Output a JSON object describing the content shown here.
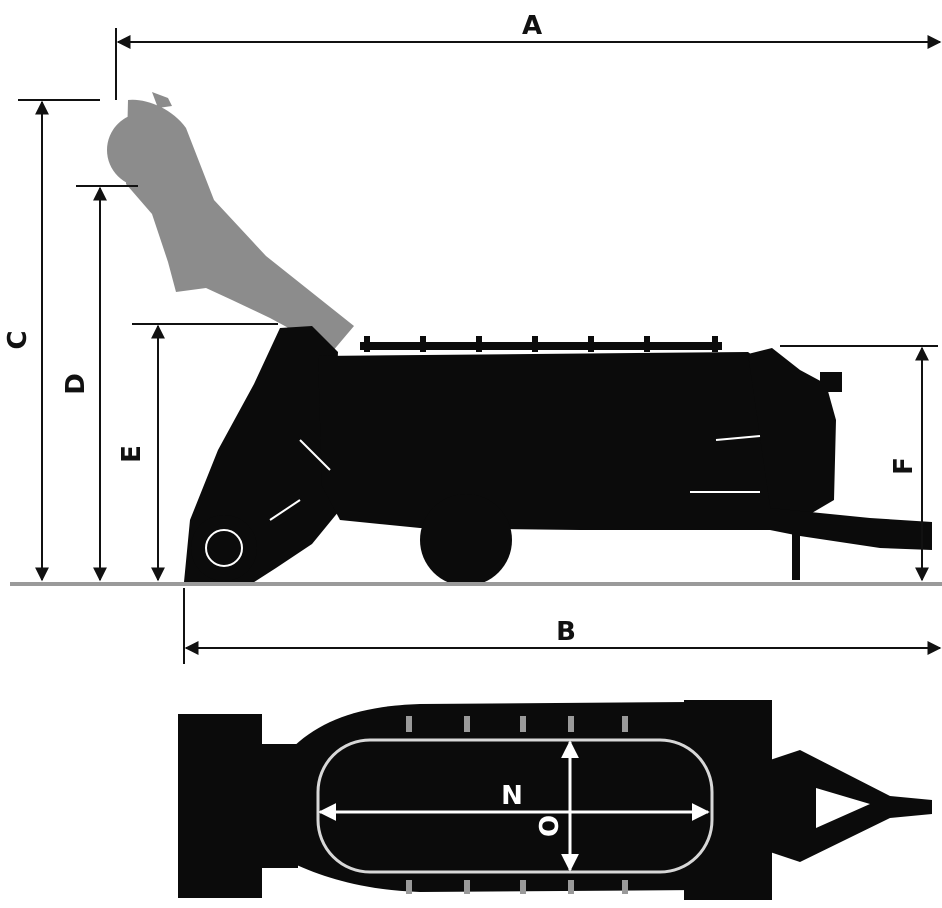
{
  "colors": {
    "machine": "#0b0b0b",
    "raised_arm": "#8c8c8c",
    "dimension_line": "#111111",
    "ground": "#9a9a9a",
    "inner_track": "#d8d8d8",
    "inner_label": "#ffffff"
  },
  "dimensions": {
    "A": "A",
    "B": "B",
    "C": "C",
    "D": "D",
    "E": "E",
    "F": "F",
    "N": "N",
    "O": "O"
  }
}
